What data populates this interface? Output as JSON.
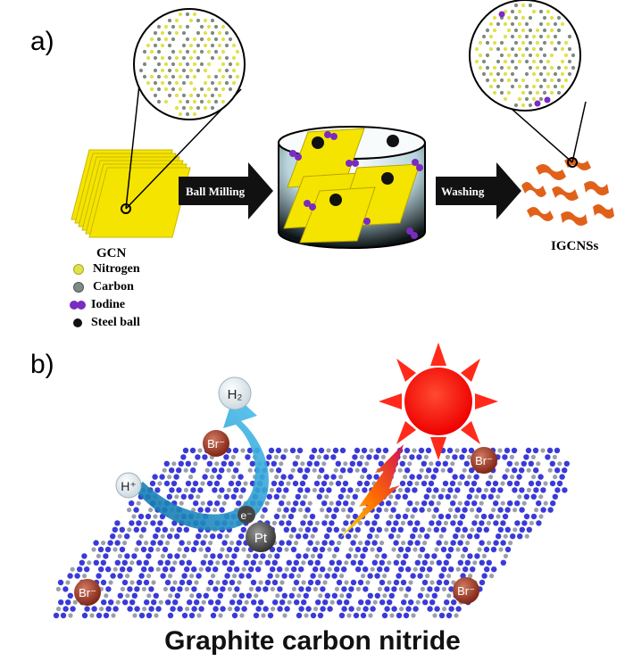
{
  "panel_a": {
    "label": "a)",
    "gcn_label": "GCN",
    "ball_milling_label": "Ball Milling",
    "washing_label": "Washing",
    "igcnss_label": "IGCNSs",
    "legend": [
      {
        "label": "Nitrogen",
        "color": "#e0e24a",
        "icon": "nitrogen-atom-icon"
      },
      {
        "label": "Carbon",
        "color": "#7d8a86",
        "icon": "carbon-atom-icon"
      },
      {
        "label": "Iodine",
        "color": "#7a2bc0",
        "icon": "iodine-molecule-icon"
      },
      {
        "label": "Steel ball",
        "color": "#111111",
        "icon": "steel-ball-icon"
      }
    ]
  },
  "panel_b": {
    "label": "b)",
    "h2_label": "H₂",
    "hplus_label": "H⁺",
    "electron_label": "e⁻",
    "pt_label": "Pt",
    "br_labels": [
      "Br⁻",
      "Br⁻",
      "Br⁻",
      "Br⁻"
    ],
    "caption": "Graphite carbon nitride"
  },
  "colors": {
    "sheet_yellow": "#f5e400",
    "flake_orange": "#e0621a",
    "arrow_black": "#111111",
    "lattice_blue": "#3a3ad8",
    "lattice_gray": "#9aa0a8",
    "sun_red": "#ff1a10",
    "arrow_cyan": "#1ba2e0",
    "br_brown": "#8a2a1a"
  }
}
